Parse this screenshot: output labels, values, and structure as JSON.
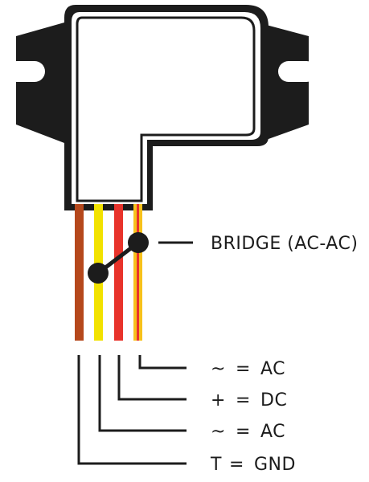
{
  "bridge_label": "BRIDGE (AC-AC)",
  "wires": [
    {
      "id": "gnd",
      "color": "#b5481c",
      "stripe": null,
      "symbol": "T",
      "eq": "=",
      "meaning": "GND"
    },
    {
      "id": "ac1",
      "color": "#f2e200",
      "stripe": null,
      "symbol": "~",
      "eq": "=",
      "meaning": "AC"
    },
    {
      "id": "dc",
      "color": "#e8332b",
      "stripe": null,
      "symbol": "+",
      "eq": "=",
      "meaning": "DC"
    },
    {
      "id": "ac2",
      "color": "#f7c21b",
      "stripe": "#e8332b",
      "symbol": "~",
      "eq": "=",
      "meaning": "AC"
    }
  ],
  "colors": {
    "outline": "#1c1c1c",
    "body_fill": "#ffffff",
    "background": "#ffffff"
  }
}
